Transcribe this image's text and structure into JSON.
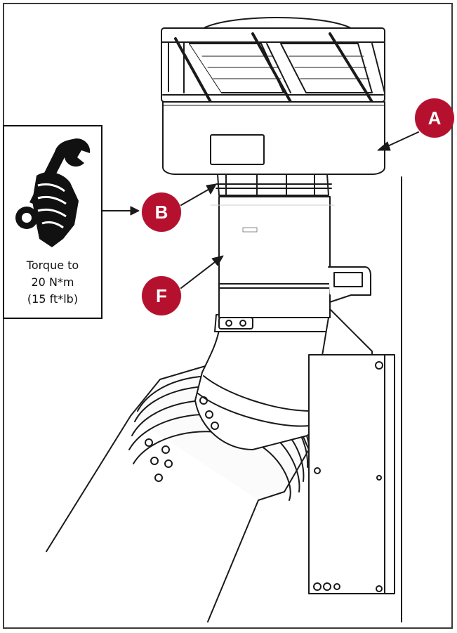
{
  "callouts": {
    "a": "A",
    "b": "B",
    "f": "F"
  },
  "torque": {
    "line1": "Torque to",
    "line2": "20 N*m",
    "line3": "(15 ft*lb)",
    "icon": "wrench-hand-icon"
  },
  "colors": {
    "callout": "#b5112e",
    "outline": "#1a1a1a"
  }
}
